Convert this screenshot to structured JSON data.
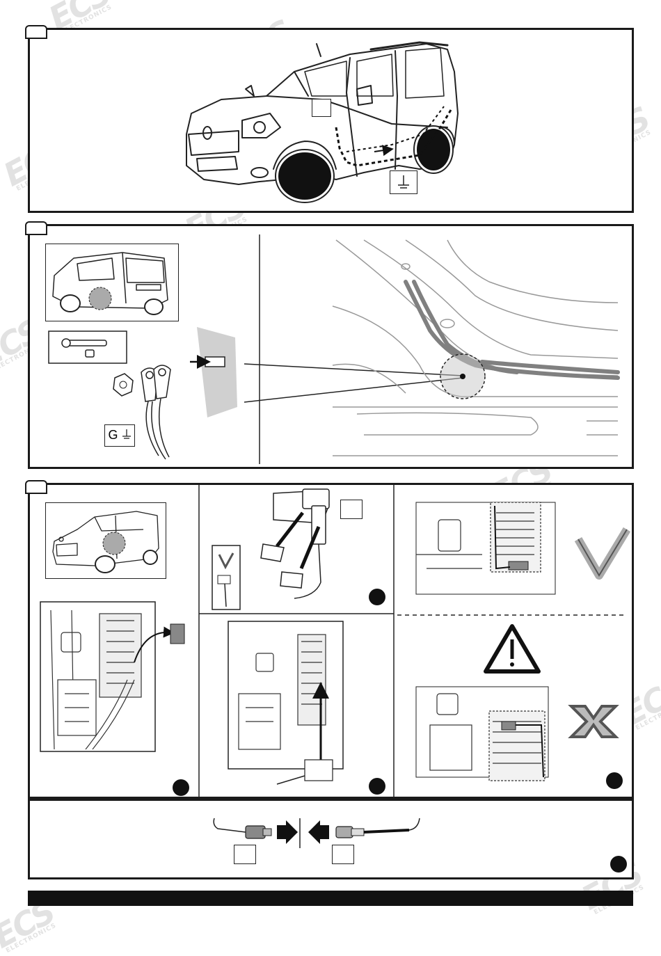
{
  "watermark": {
    "brand": "ECS",
    "sub": "ELECTRONICS"
  },
  "panel2": {
    "ground_label": "G"
  },
  "icons": {
    "check": "check-mark-icon",
    "cross": "cross-mark-icon",
    "warning": "warning-triangle-icon",
    "ground": "ground-symbol-icon"
  }
}
